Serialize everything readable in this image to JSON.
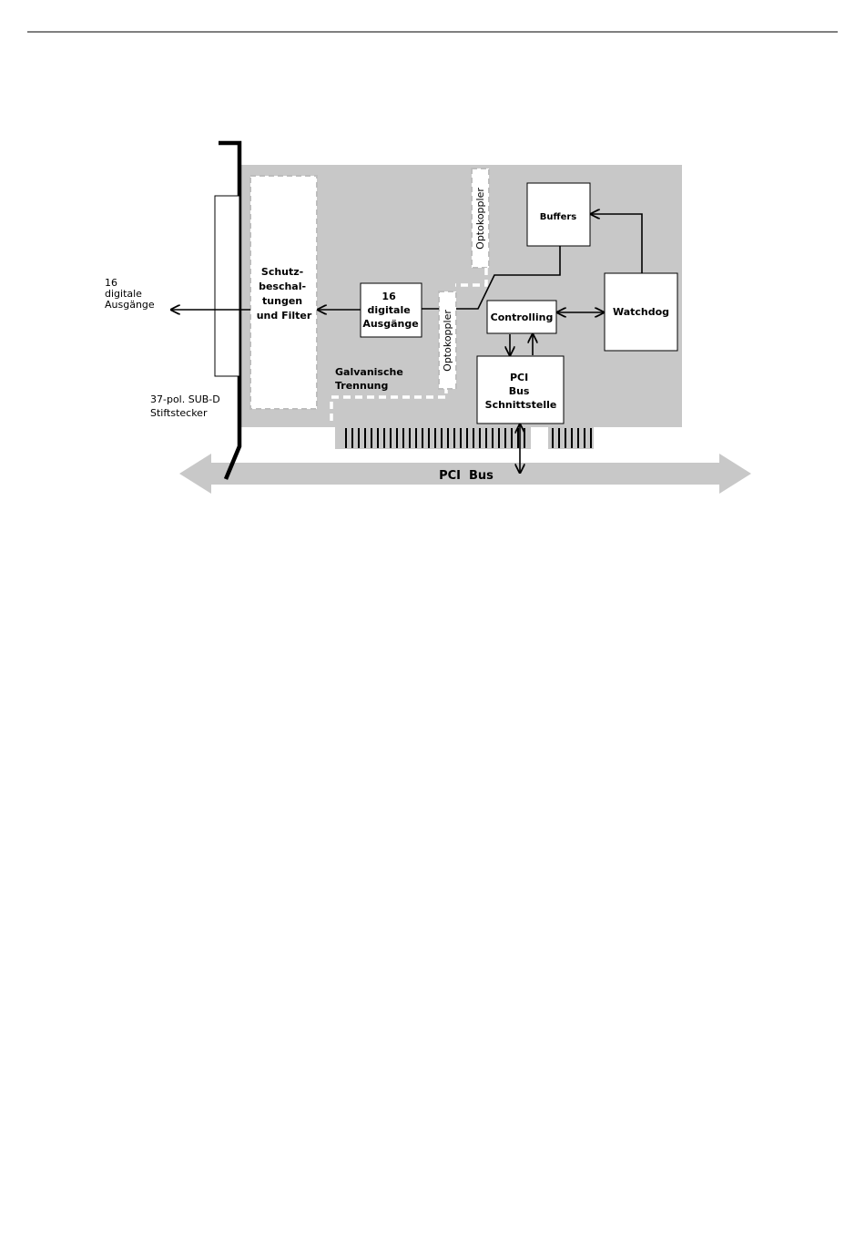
{
  "blocks": {
    "schutz": [
      "Schutz-",
      "beschal-",
      "tungen",
      "und Filter"
    ],
    "ausgaenge": [
      "16",
      "digitale",
      "Ausgänge"
    ],
    "buffers": "Buffers",
    "controlling": "Controlling",
    "watchdog": "Watchdog",
    "pci_interface": [
      "PCI",
      "Bus",
      "Schnittstelle"
    ]
  },
  "labels": {
    "optokoppler_top": "Optokoppler",
    "optokoppler_mid": "Optokoppler",
    "galvanic": [
      "Galvanische",
      "Trennung"
    ],
    "outputs": [
      "16",
      "digitale",
      "Ausgänge"
    ],
    "connector": [
      "37-pol. SUB-D",
      "Stiftstecker"
    ],
    "bus": "PCI  Bus"
  },
  "colors": {
    "board": "#c8c8c8",
    "bus_arrow": "#c8c8c8",
    "ink": "#000000"
  }
}
